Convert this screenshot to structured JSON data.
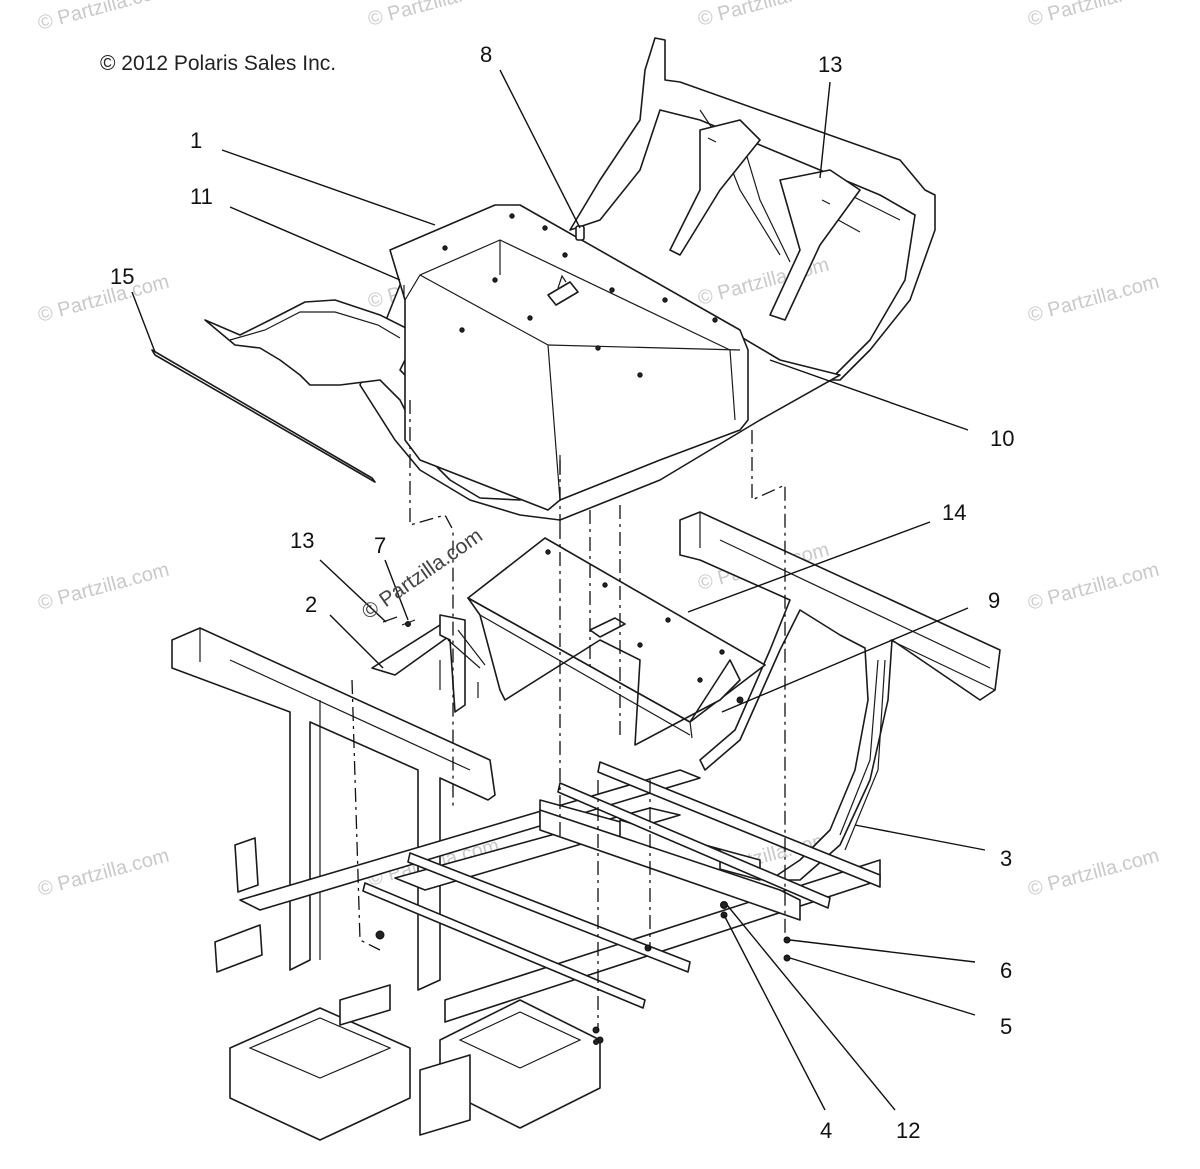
{
  "copyright": "© 2012 Polaris Sales Inc.",
  "watermark": "© Partzilla.com",
  "callouts": [
    "1",
    "2",
    "3",
    "4",
    "5",
    "6",
    "7",
    "8",
    "9",
    "10",
    "11",
    "12",
    "13",
    "13",
    "14",
    "15"
  ]
}
